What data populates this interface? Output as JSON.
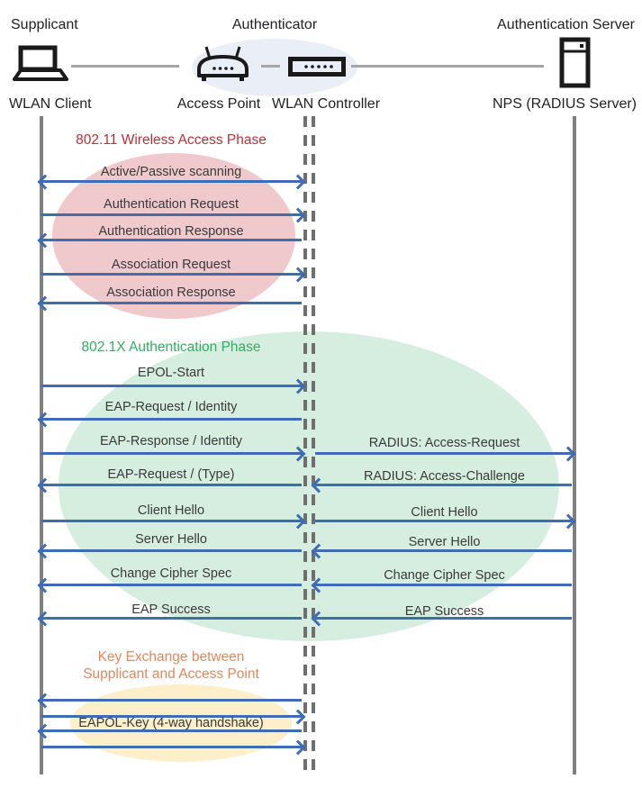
{
  "header": {
    "roles": {
      "supplicant": "Supplicant",
      "authenticator": "Authenticator",
      "auth_server": "Authentication Server"
    },
    "devices": {
      "wlan_client": "WLAN Client",
      "access_point": "Access Point",
      "wlan_controller": "WLAN Controller",
      "nps": "NPS (RADIUS Server)"
    },
    "icons": [
      "laptop-icon",
      "access-point-icon",
      "wlan-controller-icon",
      "server-icon"
    ]
  },
  "phases": {
    "p80211": {
      "title": "802.11 Wireless Access Phase",
      "color": "#bb2e38",
      "ellipse_fill": "#f0c9cc"
    },
    "p8021x": {
      "title": "802.1X Authentication Phase",
      "color": "#2faf64",
      "ellipse_fill": "#d6eee0"
    },
    "key_exchange": {
      "title_line1": "Key Exchange between",
      "title_line2": "Supplicant and Access Point",
      "color": "#e0885c",
      "ellipse_fill": "#fcefc9"
    }
  },
  "messages": {
    "scanning": {
      "label": "Active/Passive scanning",
      "direction": "bidirectional",
      "segment": "client-controller"
    },
    "auth_request": {
      "label": "Authentication Request",
      "direction": "right",
      "segment": "client-controller"
    },
    "auth_response": {
      "label": "Authentication Response",
      "direction": "left",
      "segment": "client-controller"
    },
    "assoc_request": {
      "label": "Association Request",
      "direction": "right",
      "segment": "client-controller"
    },
    "assoc_response": {
      "label": "Association Response",
      "direction": "left",
      "segment": "client-controller"
    },
    "epol_start": {
      "label": "EPOL-Start",
      "direction": "right",
      "segment": "client-controller"
    },
    "eap_request_identity": {
      "label": "EAP-Request / Identity",
      "direction": "left",
      "segment": "client-controller"
    },
    "eap_response_identity": {
      "label": "EAP-Response / Identity",
      "direction": "right",
      "segment": "client-controller"
    },
    "radius_access_request": {
      "label": "RADIUS: Access-Request",
      "direction": "right",
      "segment": "controller-server"
    },
    "eap_request_type": {
      "label": "EAP-Request / (Type)",
      "direction": "left",
      "segment": "client-controller"
    },
    "radius_access_challenge": {
      "label": "RADIUS: Access-Challenge",
      "direction": "left",
      "segment": "controller-server"
    },
    "client_hello_l": {
      "label": "Client Hello",
      "direction": "right",
      "segment": "client-controller"
    },
    "client_hello_r": {
      "label": "Client Hello",
      "direction": "right",
      "segment": "controller-server"
    },
    "server_hello_l": {
      "label": "Server Hello",
      "direction": "left",
      "segment": "client-controller"
    },
    "server_hello_r": {
      "label": "Server Hello",
      "direction": "left",
      "segment": "controller-server"
    },
    "change_cipher_l": {
      "label": "Change Cipher Spec",
      "direction": "left",
      "segment": "client-controller"
    },
    "change_cipher_r": {
      "label": "Change Cipher Spec",
      "direction": "left",
      "segment": "controller-server"
    },
    "eap_success_l": {
      "label": "EAP Success",
      "direction": "left",
      "segment": "client-controller"
    },
    "eap_success_r": {
      "label": "EAP Success",
      "direction": "left",
      "segment": "controller-server"
    },
    "eapol_key": {
      "label": "EAPOL-Key (4-way handshake)",
      "direction": "bidirectional",
      "segment": "client-controller"
    }
  },
  "colors": {
    "arrow_blue": "#3e6cb5",
    "lifeline_gray": "#808080",
    "connector_gray": "#a6a6a6",
    "authenticator_ellipse_fill": "#eaeef7"
  }
}
